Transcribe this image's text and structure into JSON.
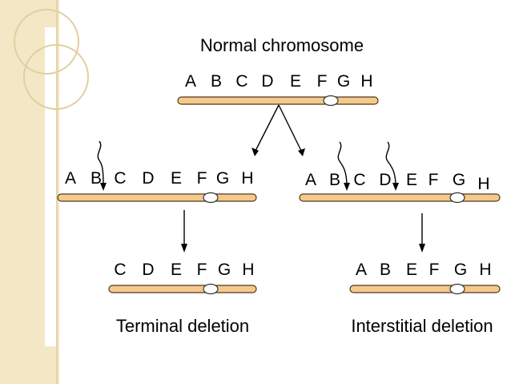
{
  "labels": {
    "normal": "Normal chromosome",
    "terminal": "Terminal deletion",
    "interstitial": "Interstitial deletion"
  },
  "genes": {
    "normal": [
      "A",
      "B",
      "C",
      "D",
      "E",
      "F",
      "G",
      "H"
    ],
    "left_break": [
      "A",
      "B",
      "C",
      "D",
      "E",
      "F",
      "G",
      "H"
    ],
    "right_break": [
      "A",
      "B",
      "C",
      "D",
      "E",
      "F",
      "G",
      "H"
    ],
    "terminal": [
      "C",
      "D",
      "E",
      "F",
      "G",
      "H"
    ],
    "interstitial": [
      "A",
      "B",
      "E",
      "F",
      "G",
      "H"
    ]
  },
  "colors": {
    "chromosome": "#f6c98a",
    "outline": "#4a3b22",
    "background_band": "#f3e7c6"
  }
}
